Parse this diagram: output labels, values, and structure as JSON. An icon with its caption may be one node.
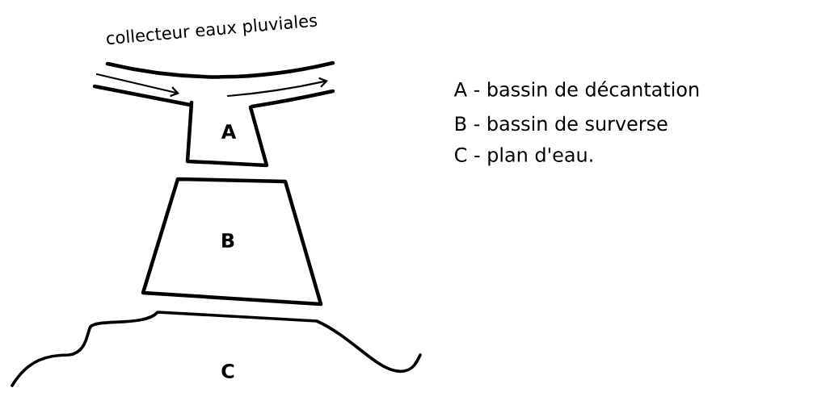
{
  "diagram": {
    "nodes": [
      {
        "text": [
          "collecteur eaux pluviales"
        ]
      },
      {
        "text": [
          "A"
        ]
      },
      {
        "text": [
          "B"
        ]
      },
      {
        "text": [
          "C"
        ]
      }
    ],
    "labels": [
      "A - bassin de décantation",
      "B - bassin de surverse",
      "C - plan d'eau."
    ]
  }
}
